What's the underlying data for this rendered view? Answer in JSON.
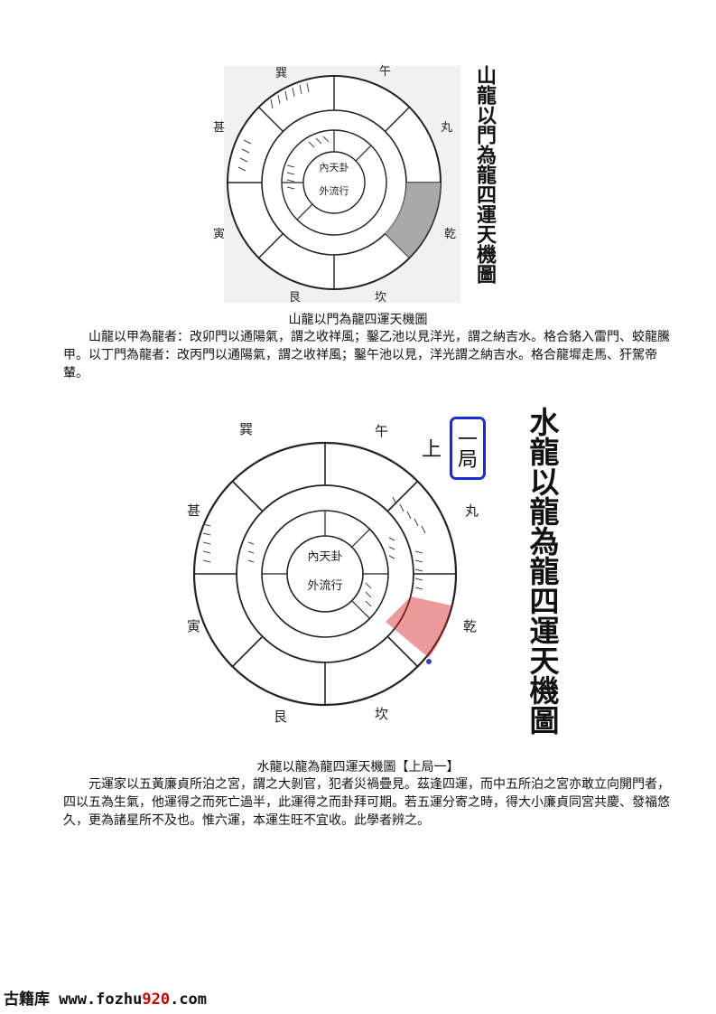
{
  "figure1": {
    "vertical_title": "山龍以門為龍四運天機圖",
    "center": [
      "內天卦",
      "外流行"
    ],
    "directions": [
      "巽",
      "午",
      "丸",
      "乾",
      "坎",
      "艮",
      "寅",
      "甚"
    ],
    "caption": "山龍以門為龍四運天機圖"
  },
  "paragraph1": "山龍以甲為龍者：改卯門以通陽氣，謂之收祥風；鑿乙池以見洋光，謂之納吉水。格合貉入雷門、蛟龍騰甲。以丁門為龍者：改丙門以通陽氣，謂之收祥風；鑿午池以見，洋光謂之納吉水。格合龍墀走馬、犴駕帝輦。",
  "figure2": {
    "vertical_title": "水龍以龍為龍四運天機圖",
    "box_label": "一局上",
    "center": [
      "內天卦",
      "外流行"
    ],
    "directions": [
      "巽",
      "午",
      "丸",
      "乾",
      "坎",
      "艮",
      "寅",
      "甚"
    ],
    "caption": "水龍以龍為龍四運天機圖【上局一】"
  },
  "paragraph2": "元運家以五黃廉貞所泊之宮，謂之大剝官，犯者災禍疊見。茲逢四運，而中五所泊之宮亦敢立向開門者，四以五為生氣，他運得之而死亡過半，此運得之而卦拜可期。若五運分寄之時，得大小廉貞同宮共慶、發福悠久，更為諸星所不及也。惟六運，本運生旺不宜收。此學者辨之。",
  "footer": {
    "prefix": "古籍库 www.fozhu",
    "highlight": "920",
    "suffix": ".com"
  }
}
